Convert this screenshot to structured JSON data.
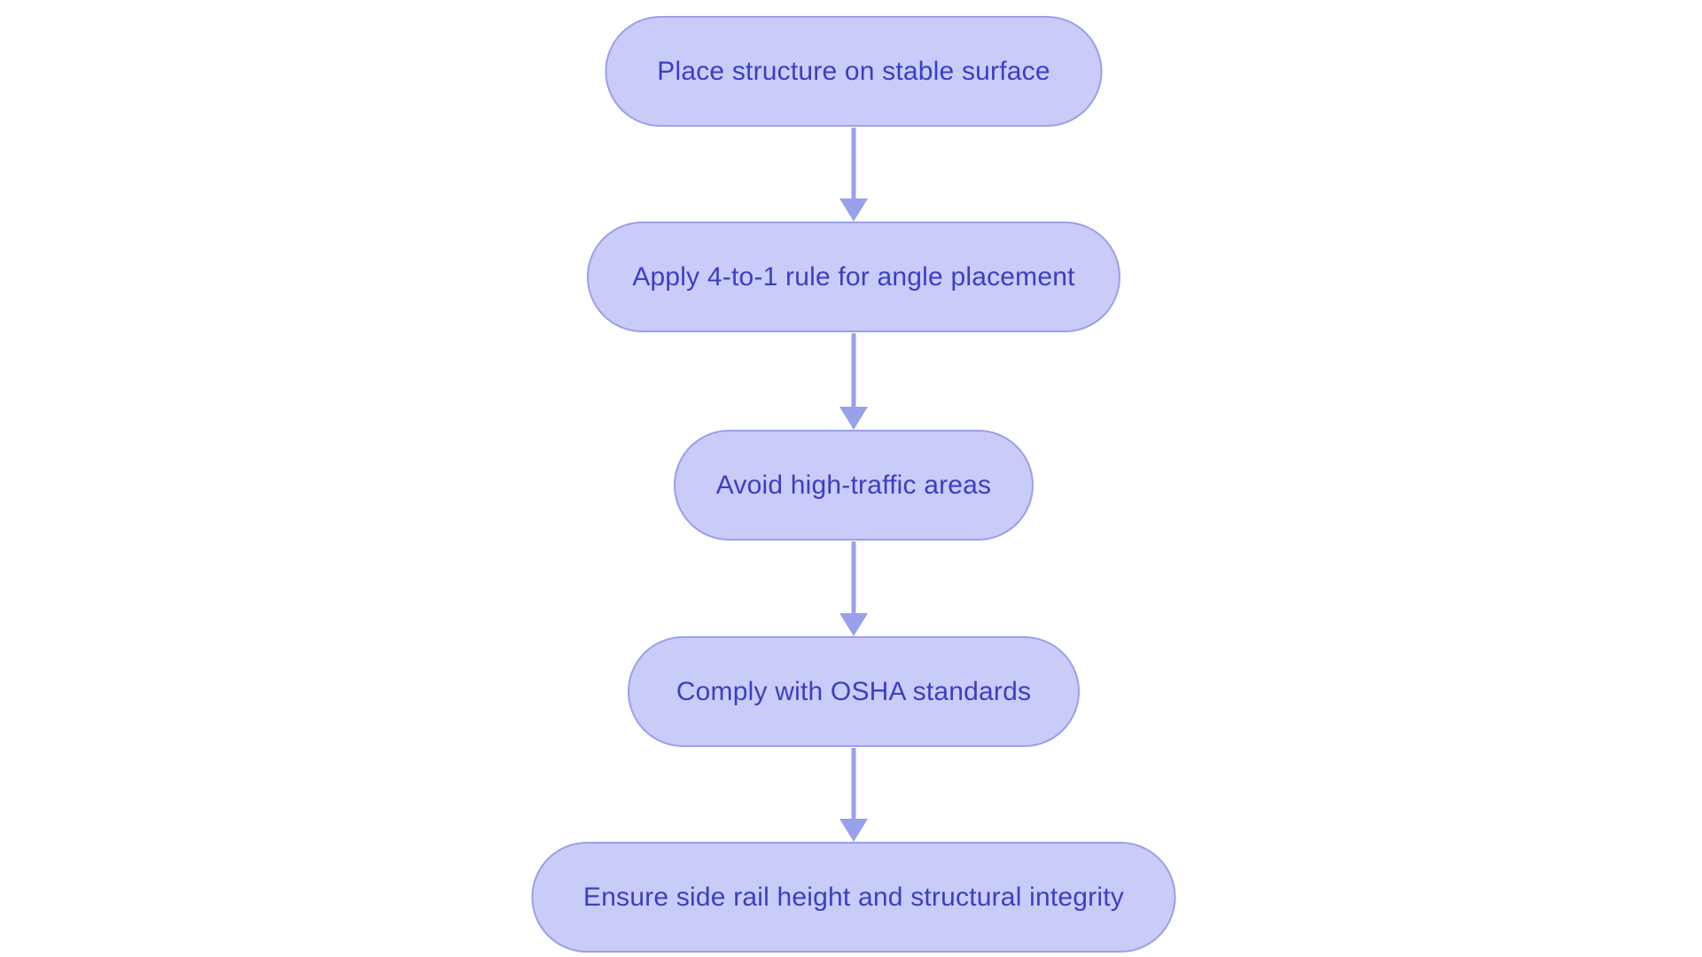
{
  "page": {
    "background_color": "#ffffff"
  },
  "flowchart": {
    "type": "flowchart",
    "direction": "top-down",
    "node_style": {
      "shape": "stadium",
      "fill_color": "#c9ccf8",
      "border_color": "#9aa0e8",
      "text_color": "#3b3fc2"
    },
    "arrow_color": "#99a1ed",
    "nodes": [
      {
        "id": "n1",
        "label": "Place structure on stable surface"
      },
      {
        "id": "n2",
        "label": "Apply 4-to-1 rule for angle placement"
      },
      {
        "id": "n3",
        "label": "Avoid high-traffic areas"
      },
      {
        "id": "n4",
        "label": "Comply with OSHA standards"
      },
      {
        "id": "n5",
        "label": "Ensure side rail height and structural integrity"
      }
    ],
    "edges": [
      {
        "from": "n1",
        "to": "n2"
      },
      {
        "from": "n2",
        "to": "n3"
      },
      {
        "from": "n3",
        "to": "n4"
      },
      {
        "from": "n4",
        "to": "n5"
      }
    ]
  }
}
